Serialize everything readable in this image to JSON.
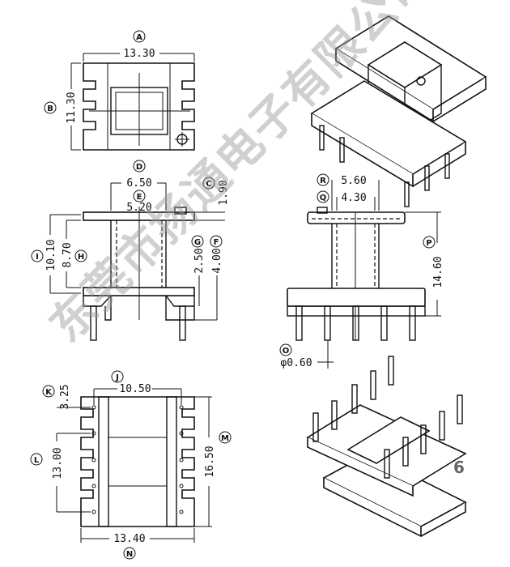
{
  "labels": {
    "A": "A",
    "B": "B",
    "C": "C",
    "D": "D",
    "E": "E",
    "F": "F",
    "G": "G",
    "H": "H",
    "I": "I",
    "J": "J",
    "K": "K",
    "L": "L",
    "M": "M",
    "N": "N",
    "O": "O",
    "P": "P",
    "Q": "Q",
    "R": "R"
  },
  "dimensions": {
    "A": "13.30",
    "B": "11.30",
    "C": "1.90",
    "D": "6.50",
    "E": "5.20",
    "F": "4.00",
    "G": "2.50",
    "H": "8.70",
    "I": "10.10",
    "J": "10.50",
    "K": "3.25",
    "L": "13.00",
    "M": "16.50",
    "N": "13.40",
    "O": "φ0.60",
    "P": "14.60",
    "Q": "4.30",
    "R": "5.60"
  },
  "watermark": "东莞市扬通电子有限公司",
  "page_number": "6"
}
